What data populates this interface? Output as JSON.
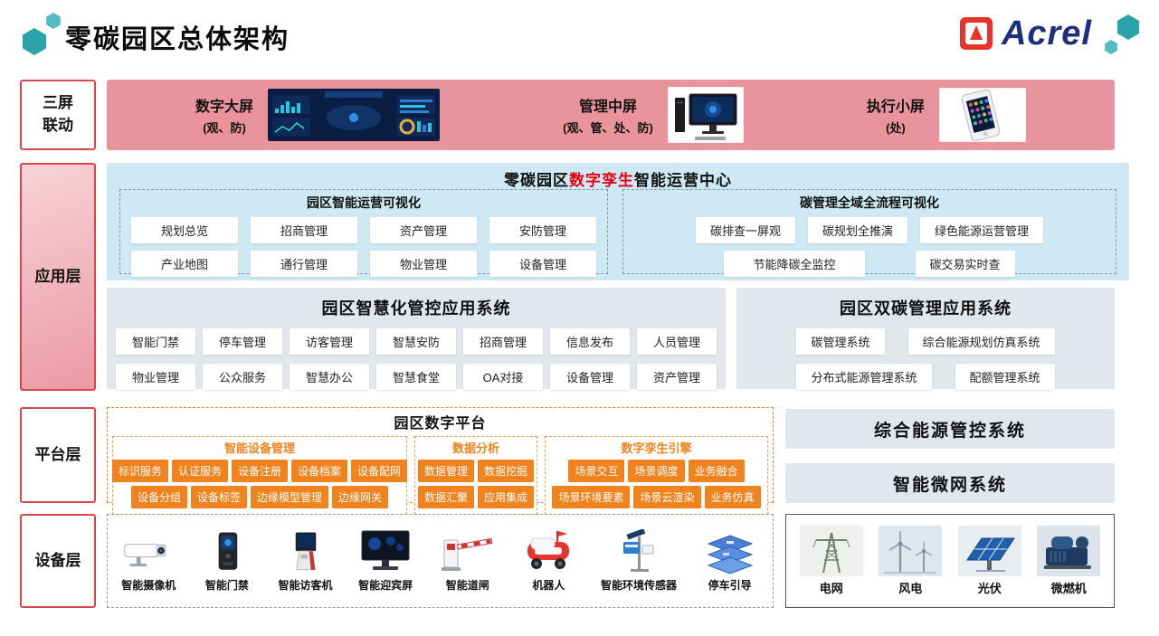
{
  "colors": {
    "accent_red": "#e60012",
    "teal": "#2ba3ad",
    "band_pink": "#e9949d",
    "cyan_panel": "#cfe9f4",
    "orange": "#f0831e",
    "gray_panel": "#e2e6ed",
    "logo_navy": "#1b2f7e"
  },
  "header": {
    "title": "零碳园区总体架构",
    "logo_text": "Acrel",
    "icons": [
      "hexagon-decoration-left",
      "acrel-logo-icon",
      "hexagon-decoration-right"
    ]
  },
  "layers": [
    {
      "label": "三屏\n联动"
    },
    {
      "label": "应用层"
    },
    {
      "label": "平台层"
    },
    {
      "label": "设备层"
    }
  ],
  "screens": {
    "items": [
      {
        "title": "数字大屏",
        "subtitle": "(观、防)",
        "icon": "dashboard-screen-image"
      },
      {
        "title": "管理中屏",
        "subtitle": "(观、管、处、防)",
        "icon": "desktop-computer-image"
      },
      {
        "title": "执行小屏",
        "subtitle": "(处)",
        "icon": "smartphone-image"
      }
    ]
  },
  "application": {
    "center": {
      "title_prefix": "零碳园区",
      "title_highlight": "数字孪生",
      "title_suffix": "智能运营中心",
      "ops": {
        "title": "园区智能运营可视化",
        "row1": [
          "规划总览",
          "招商管理",
          "资产管理",
          "安防管理"
        ],
        "row2": [
          "产业地图",
          "通行管理",
          "物业管理",
          "设备管理"
        ]
      },
      "carbon_vis": {
        "title": "碳管理全域全流程可视化",
        "row1": [
          "碳排查一屏观",
          "碳规划全推演",
          "绿色能源运营管理"
        ],
        "row2": [
          "节能降碳全监控",
          "碳交易实时查"
        ]
      }
    },
    "smart_system": {
      "title": "园区智慧化管控应用系统",
      "row1": [
        "智能门禁",
        "停车管理",
        "访客管理",
        "智慧安防",
        "招商管理",
        "信息发布",
        "人员管理"
      ],
      "row2": [
        "物业管理",
        "公众服务",
        "智慧办公",
        "智慧食堂",
        "OA对接",
        "设备管理",
        "资产管理"
      ]
    },
    "dual_carbon": {
      "title": "园区双碳管理应用系统",
      "row1": [
        "碳管理系统",
        "综合能源规划仿真系统"
      ],
      "row2": [
        "分布式能源管理系统",
        "配额管理系统"
      ]
    }
  },
  "platform": {
    "digital": {
      "title": "园区数字平台",
      "groups": [
        {
          "title": "智能设备管理",
          "row1": [
            "标识服务",
            "认证服务",
            "设备注册",
            "设备档案",
            "设备配网"
          ],
          "row2": [
            "设备分组",
            "设备标签",
            "边缘模型管理",
            "边缘网关"
          ]
        },
        {
          "title": "数据分析",
          "row1": [
            "数据管理",
            "数据挖掘"
          ],
          "row2": [
            "数据汇聚",
            "应用集成"
          ]
        },
        {
          "title": "数字孪生引擎",
          "row1": [
            "场景交互",
            "场景调度",
            "业务融合"
          ],
          "row2": [
            "场景环境要素",
            "场景云渲染",
            "业务仿真"
          ]
        }
      ]
    },
    "systems": [
      {
        "label": "综合能源管控系统"
      },
      {
        "label": "智能微网系统"
      }
    ]
  },
  "devices": {
    "smart": [
      {
        "label": "智能摄像机",
        "icon": "camera-icon"
      },
      {
        "label": "智能门禁",
        "icon": "access-control-icon"
      },
      {
        "label": "智能访客机",
        "icon": "visitor-kiosk-icon"
      },
      {
        "label": "智能迎宾屏",
        "icon": "welcome-screen-icon"
      },
      {
        "label": "智能道闸",
        "icon": "barrier-gate-icon"
      },
      {
        "label": "机器人",
        "icon": "robot-icon"
      },
      {
        "label": "智能环境传感器",
        "icon": "env-sensor-icon"
      },
      {
        "label": "停车引导",
        "icon": "parking-guidance-icon"
      }
    ],
    "energy": [
      {
        "label": "电网",
        "icon": "power-grid-icon"
      },
      {
        "label": "风电",
        "icon": "wind-power-icon"
      },
      {
        "label": "光伏",
        "icon": "solar-pv-icon"
      },
      {
        "label": "微燃机",
        "icon": "micro-turbine-icon"
      }
    ]
  }
}
